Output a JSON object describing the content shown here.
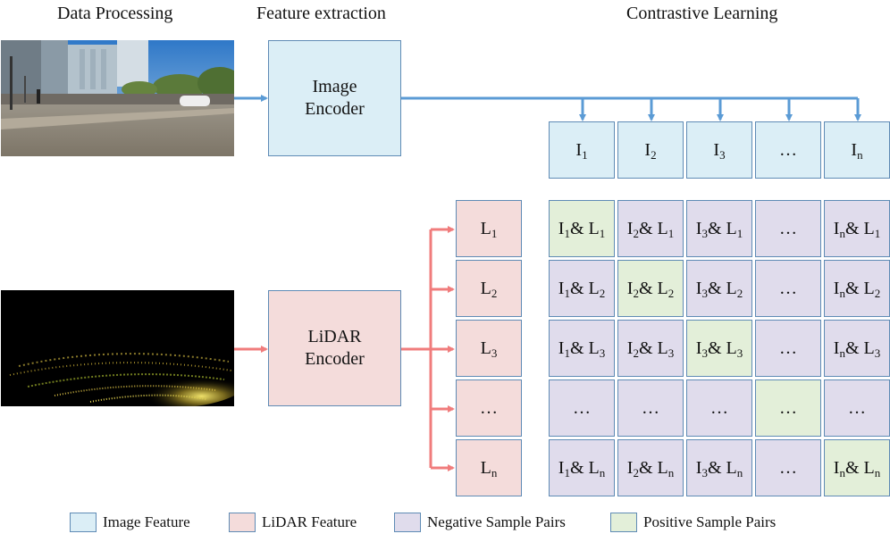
{
  "headers": {
    "data_processing": "Data Processing",
    "feature_extraction": "Feature extraction",
    "contrastive_learning": "Contrastive Learning"
  },
  "encoders": {
    "image": "Image Encoder",
    "lidar": "LiDAR Encoder"
  },
  "image_features": [
    {
      "base": "I",
      "sub": "1"
    },
    {
      "base": "I",
      "sub": "2"
    },
    {
      "base": "I",
      "sub": "3"
    },
    {
      "base": "…",
      "sub": ""
    },
    {
      "base": "I",
      "sub": "n"
    }
  ],
  "lidar_features": [
    {
      "base": "L",
      "sub": "1"
    },
    {
      "base": "L",
      "sub": "2"
    },
    {
      "base": "L",
      "sub": "3"
    },
    {
      "base": "…",
      "sub": ""
    },
    {
      "base": "L",
      "sub": "n"
    }
  ],
  "pair_separator": "& ",
  "legend": [
    {
      "label": "Image Feature",
      "color": "#dbeef6"
    },
    {
      "label": "LiDAR Feature",
      "color": "#f4dcdb"
    },
    {
      "label": "Negative Sample Pairs",
      "color": "#e0dcec"
    },
    {
      "label": "Positive Sample Pairs",
      "color": "#e3efd9"
    }
  ],
  "colors": {
    "image_arrow": "#5b9bd5",
    "lidar_arrow": "#f07c7c",
    "border": "#5f8bb5"
  }
}
